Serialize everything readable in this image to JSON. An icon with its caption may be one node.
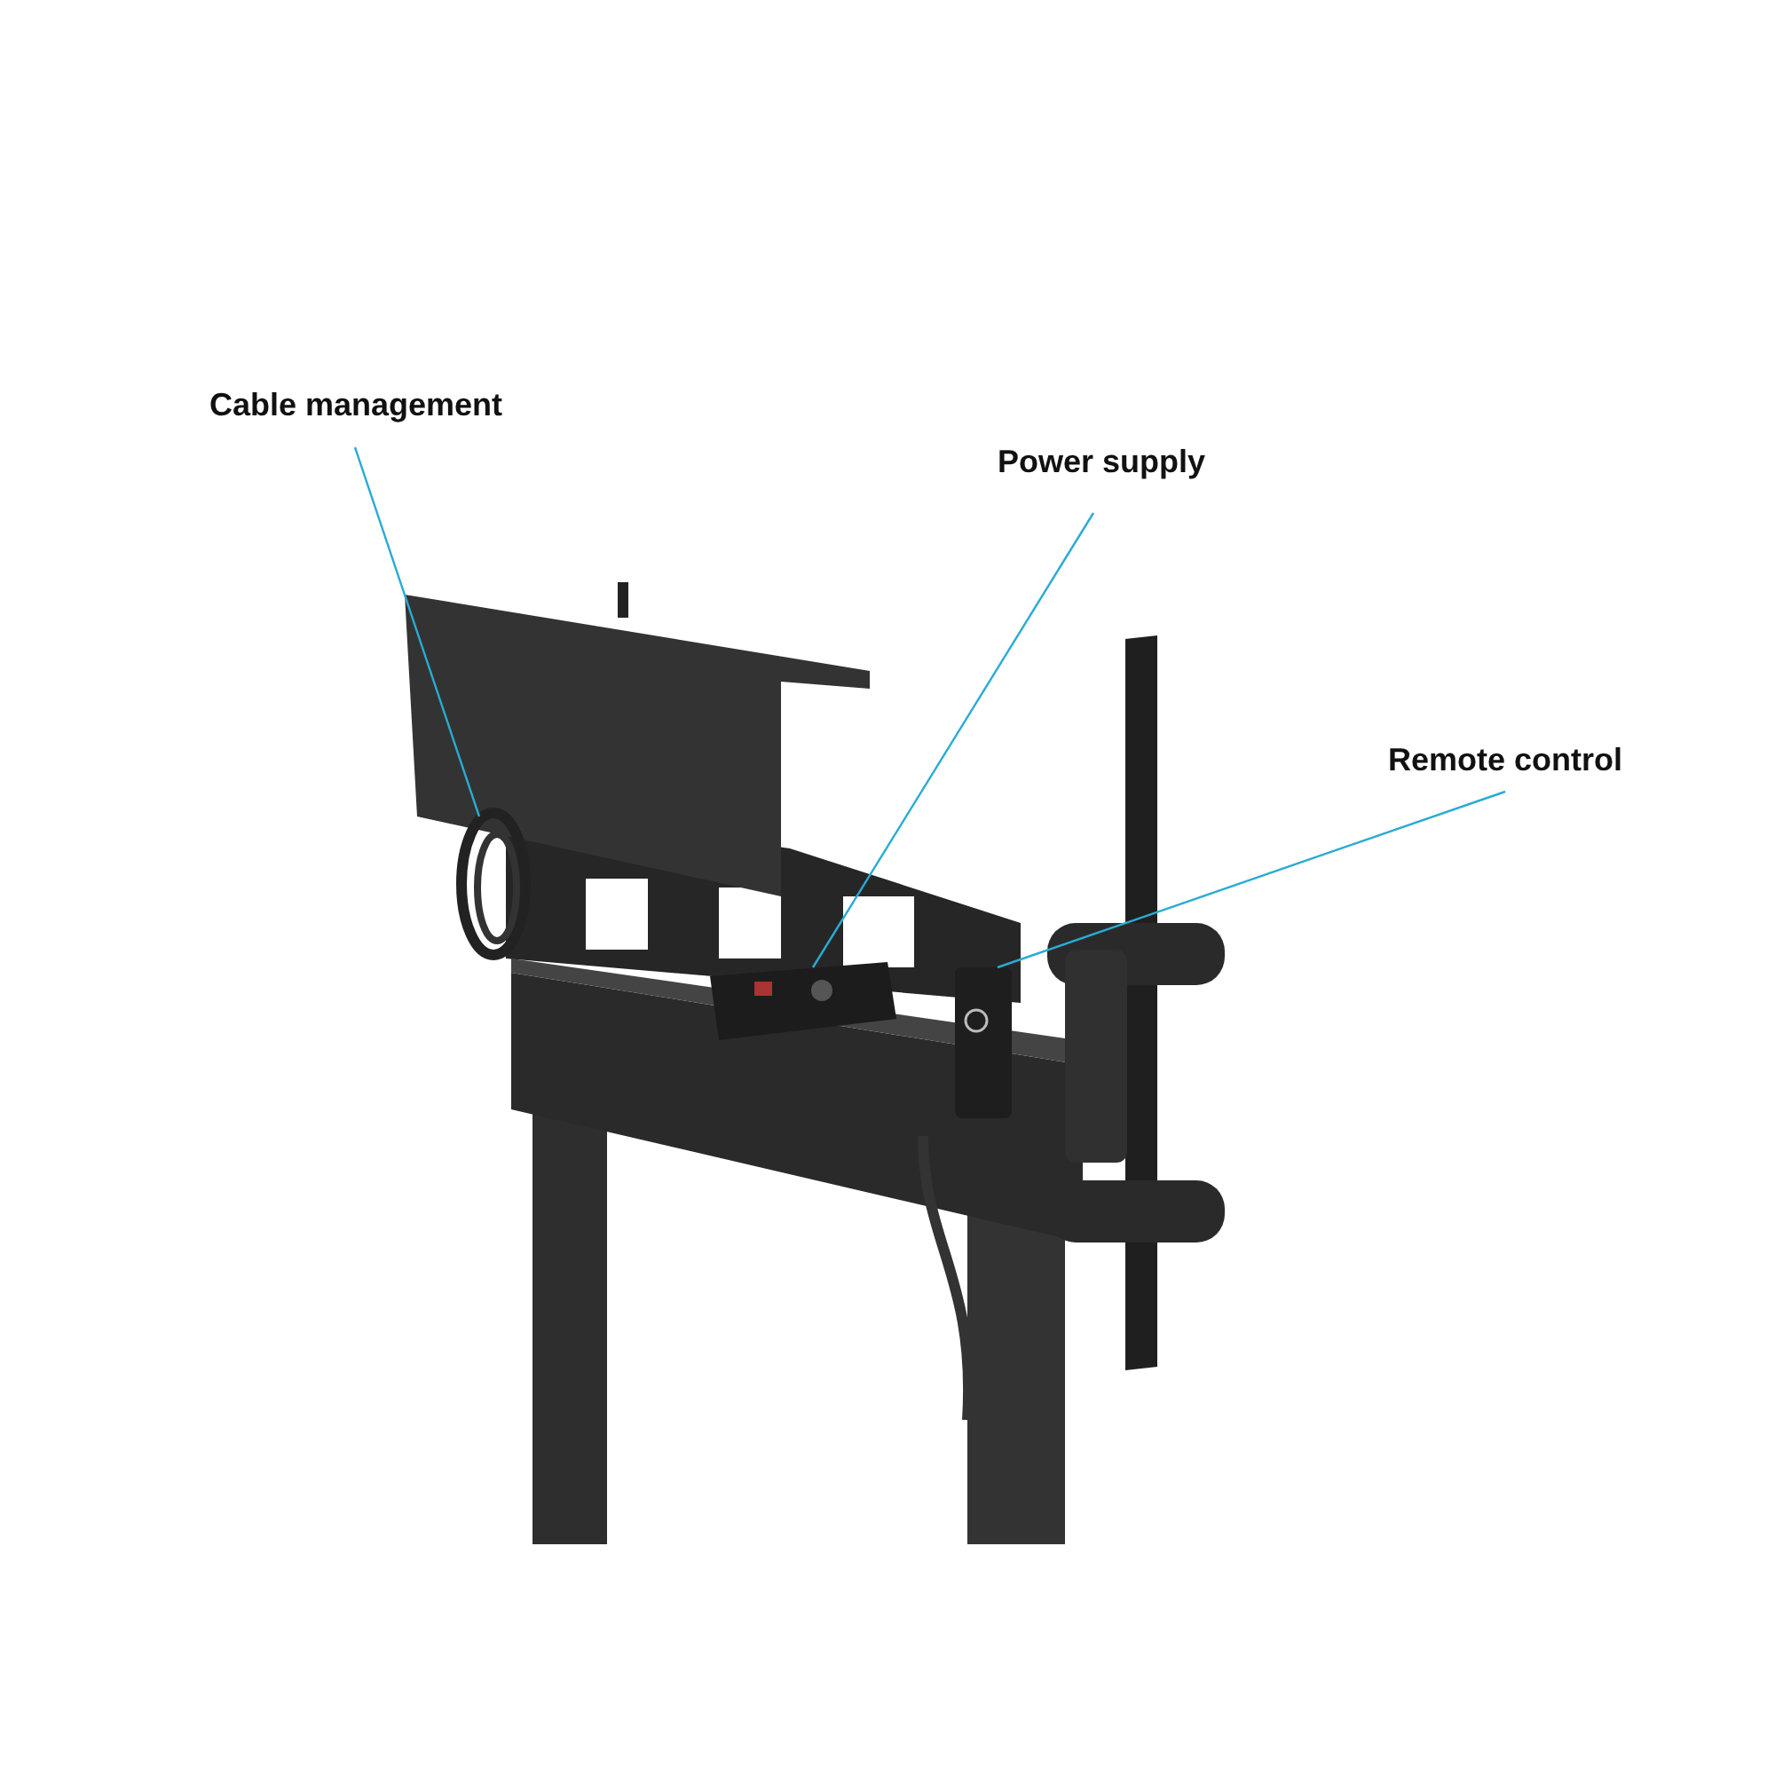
{
  "diagram": {
    "nodes": [
      {
        "text": [
          "Cable management"
        ]
      },
      {
        "text": [],
        "shape": "picture"
      },
      {
        "text": [
          "Power supply"
        ]
      },
      {
        "text": [],
        "shape": "picture"
      },
      {
        "text": [
          "Remote control"
        ]
      },
      {
        "text": [],
        "shape": "picture"
      }
    ],
    "edges": [
      {
        "from": 0,
        "to": 1,
        "arrow": "none"
      },
      {
        "from": 2,
        "to": 3,
        "arrow": "none"
      },
      {
        "from": 4,
        "to": 5,
        "arrow": "none"
      }
    ]
  }
}
